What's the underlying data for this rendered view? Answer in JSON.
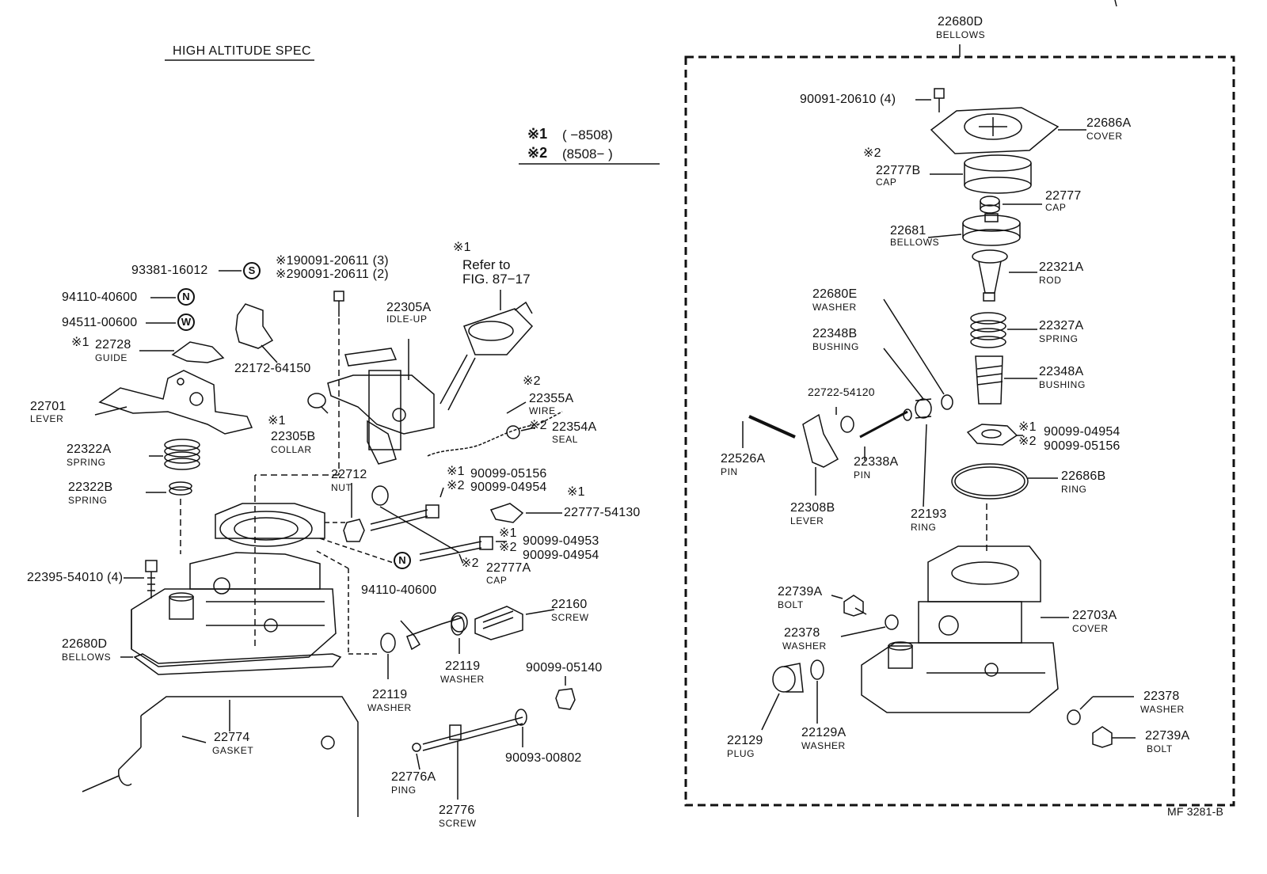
{
  "header": {
    "title": "HIGH ALTITUDE SPEC"
  },
  "legend": {
    "row1_mark": "※1",
    "row1_range": "(        −8508)",
    "row2_mark": "※2",
    "row2_range": "(8508−        )"
  },
  "refer": {
    "mark": "※1",
    "line1": "Refer to",
    "line2": "FIG. 87−17"
  },
  "footer": {
    "code": "MF 3281-B"
  },
  "circle_icons": {
    "s": "S",
    "n": "N",
    "w": "W"
  },
  "labels": {
    "p93381": "93381-16012",
    "p94110_a": "94110-40600",
    "p94511": "94511-00600",
    "p22728_mark": "※1",
    "p22728": "22728",
    "p22728_name": "GUIDE",
    "p22172": "22172-64150",
    "p90091_20611_3": "※190091-20611 (3)",
    "p90091_20611_2": "※290091-20611 (2)",
    "p22305A": "22305A",
    "p22305A_name": "IDLE-UP",
    "p22701": "22701",
    "p22701_name": "LEVER",
    "p22305B_mark": "※1",
    "p22305B": "22305B",
    "p22305B_name": "COLLAR",
    "p22355A_mark": "※2",
    "p22355A": "22355A",
    "p22355A_name": "WIRE",
    "p22354A_mark": "※2",
    "p22354A": "22354A",
    "p22354A_name": "SEAL",
    "p22322A": "22322A",
    "p22322A_name": "SPRING",
    "p22322B": "22322B",
    "p22322B_name": "SPRING",
    "p22712": "22712",
    "p22712_name": "NUT",
    "p90099_05156_mark": "※1",
    "p90099_05156": "90099-05156",
    "p90099_04954_mark": "※2",
    "p90099_04954": "90099-04954",
    "p22777_54130_mark": "※1",
    "p22777_54130": "22777-54130",
    "p90099_04953_mark": "※1",
    "p90099_04953": "90099-04953",
    "p90099_04954b_mark": "※2",
    "p90099_04954b": "90099-04954",
    "p22777A_mark": "※2",
    "p22777A": "22777A",
    "p22777A_name": "CAP",
    "p22395": "22395-54010 (4)",
    "p94110_b": "94110-40600",
    "p22680D_l": "22680D",
    "p22680D_l_name": "BELLOWS",
    "p22160": "22160",
    "p22160_name": "SCREW",
    "p22119_a": "22119",
    "p22119_a_name": "WASHER",
    "p22119_b": "22119",
    "p22119_b_name": "WASHER",
    "p90099_05140": "90099-05140",
    "p22774": "22774",
    "p22774_name": "GASKET",
    "p90093": "90093-00802",
    "p22776A": "22776A",
    "p22776A_name": "PING",
    "p22776": "22776",
    "p22776_name": "SCREW",
    "p22680D_r": "22680D",
    "p22680D_r_name": "BELLOWS",
    "p90091_20610": "90091-20610 (4)",
    "p22686A": "22686A",
    "p22686A_name": "COVER",
    "p22777B_mark": "※2",
    "p22777B": "22777B",
    "p22777B_name": "CAP",
    "p22777": "22777",
    "p22777_name": "CAP",
    "p22681": "22681",
    "p22681_name": "BELLOWS",
    "p22321A": "22321A",
    "p22321A_name": "ROD",
    "p22680E": "22680E",
    "p22680E_name": "WASHER",
    "p22327A": "22327A",
    "p22327A_name": "SPRING",
    "p22348B": "22348B",
    "p22348B_name": "BUSHING",
    "p22348A": "22348A",
    "p22348A_name": "BUSHING",
    "p22722": "22722-54120",
    "p90099_04954r_mark": "※1",
    "p90099_04954r": "90099-04954",
    "p90099_05156r_mark": "※2",
    "p90099_05156r": "90099-05156",
    "p22526A": "22526A",
    "p22526A_name": "PIN",
    "p22338A": "22338A",
    "p22338A_name": "PIN",
    "p22686B": "22686B",
    "p22686B_name": "RING",
    "p22308B": "22308B",
    "p22308B_name": "LEVER",
    "p22193": "22193",
    "p22193_name": "RING",
    "p22739A_a": "22739A",
    "p22739A_a_name": "BOLT",
    "p22703A": "22703A",
    "p22703A_name": "COVER",
    "p22378_a": "22378",
    "p22378_a_name": "WASHER",
    "p22378_b": "22378",
    "p22378_b_name": "WASHER",
    "p22739A_b": "22739A",
    "p22739A_b_name": "BOLT",
    "p22129": "22129",
    "p22129_name": "PLUG",
    "p22129A": "22129A",
    "p22129A_name": "WASHER"
  }
}
